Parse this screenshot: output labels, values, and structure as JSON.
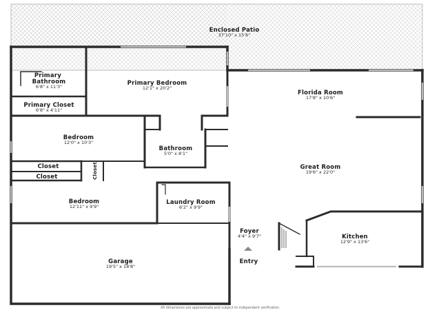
{
  "rooms": {
    "enclosed_patio": {
      "name": "Enclosed Patio",
      "dims": "37'10\" x 15'6\""
    },
    "primary_bathroom": {
      "name": "Primary\nBathroom",
      "dims": "6'8\" x 11'3\""
    },
    "primary_bedroom": {
      "name": "Primary Bedroom",
      "dims": "12'1\" x 20'2\""
    },
    "florida_room": {
      "name": "Florida Room",
      "dims": "17'8\" x 10'6\""
    },
    "primary_closet": {
      "name": "Primary Closet",
      "dims": "6'8\" x 4'11\""
    },
    "bedroom_1": {
      "name": "Bedroom",
      "dims": "12'0\" x 10'3\""
    },
    "bathroom": {
      "name": "Bathroom",
      "dims": "5'0\" x 8'1\""
    },
    "great_room": {
      "name": "Great Room",
      "dims": "19'6\" x 22'0\""
    },
    "closet_1": {
      "name": "Closet"
    },
    "closet_2": {
      "name": "Closet"
    },
    "closet_3": {
      "name": "Closet"
    },
    "bedroom_2": {
      "name": "Bedroom",
      "dims": "12'11\" x 9'9\""
    },
    "laundry_room": {
      "name": "Laundry Room",
      "dims": "6'2\" x 9'9\""
    },
    "foyer": {
      "name": "Foyer",
      "dims": "4'4\" x 9'7\""
    },
    "kitchen": {
      "name": "Kitchen",
      "dims": "12'9\" x 13'6\""
    },
    "garage": {
      "name": "Garage",
      "dims": "19'5\" x 18'8\""
    }
  },
  "entry_label": "Entry",
  "disclaimer": "All dimensions are approximate and subject to independent verification.",
  "colors": {
    "wall": "#2b2b2b",
    "hatch": "#d9d9d9",
    "window": "#bdbdbd"
  }
}
